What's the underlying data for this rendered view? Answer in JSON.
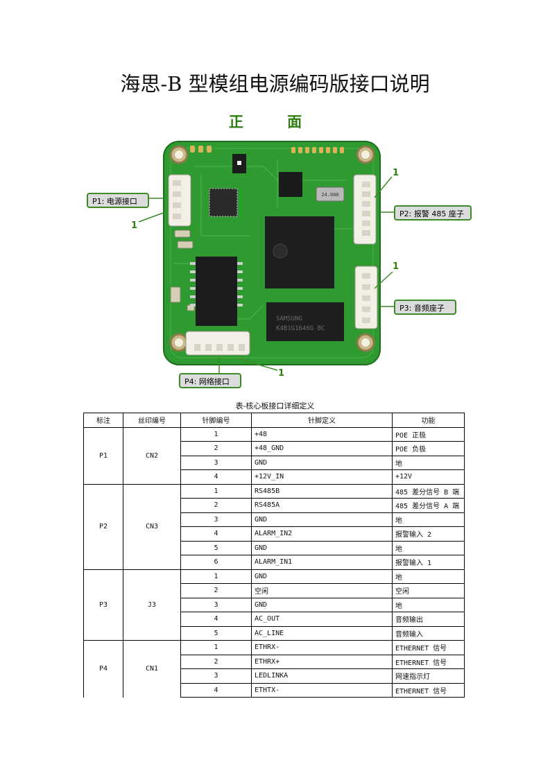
{
  "doc_title": "海思-B 型模组电源编码版接口说明",
  "front_title": "正 面",
  "diagram": {
    "callouts": {
      "p1": "P1: 电源接口",
      "p2": "P2: 报警 485 座子",
      "p3": "P3: 音频座子",
      "p4": "P4: 网络接口"
    },
    "pin1_marker": "1",
    "chip_labels": {
      "memory_brand": "SAMSUNG",
      "memory_part": "K4B1G1646G BC",
      "crystal": "24.000"
    },
    "colors": {
      "pcb": "#2f9a2f",
      "callout_border": "#3c8a26",
      "callout_fill": "#dcdcdc",
      "title_green": "#2e7d10"
    }
  },
  "table": {
    "caption": "表-核心板接口详细定义",
    "headers": [
      "标注",
      "丝印编号",
      "针脚编号",
      "针脚定义",
      "功能"
    ],
    "groups": [
      {
        "label": "P1",
        "silk": "CN2",
        "rows": [
          {
            "pin": "1",
            "def": "+48",
            "func": "POE 正极"
          },
          {
            "pin": "2",
            "def": "+48_GND",
            "func": "POE 负极"
          },
          {
            "pin": "3",
            "def": "GND",
            "func": "地"
          },
          {
            "pin": "4",
            "def": "+12V_IN",
            "func": "+12V"
          }
        ]
      },
      {
        "label": "P2",
        "silk": "CN3",
        "rows": [
          {
            "pin": "1",
            "def": "RS485B",
            "func": "485 差分信号 B 端"
          },
          {
            "pin": "2",
            "def": "RS485A",
            "func": "485 差分信号 A 端"
          },
          {
            "pin": "3",
            "def": "GND",
            "func": "地"
          },
          {
            "pin": "4",
            "def": "ALARM_IN2",
            "func": "报警输入 2"
          },
          {
            "pin": "5",
            "def": "GND",
            "func": "地"
          },
          {
            "pin": "6",
            "def": "ALARM_IN1",
            "func": "报警输入 1"
          }
        ]
      },
      {
        "label": "P3",
        "silk": "J3",
        "rows": [
          {
            "pin": "1",
            "def": "GND",
            "func": "地"
          },
          {
            "pin": "2",
            "def": "空闲",
            "func": "空闲"
          },
          {
            "pin": "3",
            "def": "GND",
            "func": "地"
          },
          {
            "pin": "4",
            "def": "AC_OUT",
            "func": "音频输出"
          },
          {
            "pin": "5",
            "def": "AC_LINE",
            "func": "音频输入"
          }
        ]
      },
      {
        "label": "P4",
        "silk": "CN1",
        "rows": [
          {
            "pin": "1",
            "def": "ETHRX-",
            "func": "ETHERNET 信号"
          },
          {
            "pin": "2",
            "def": "ETHRX+",
            "func": "ETHERNET 信号"
          },
          {
            "pin": "3",
            "def": "LEDLINKA",
            "func": "网速指示灯"
          },
          {
            "pin": "4",
            "def": "ETHTX-",
            "func": "ETHERNET 信号"
          }
        ]
      }
    ]
  }
}
